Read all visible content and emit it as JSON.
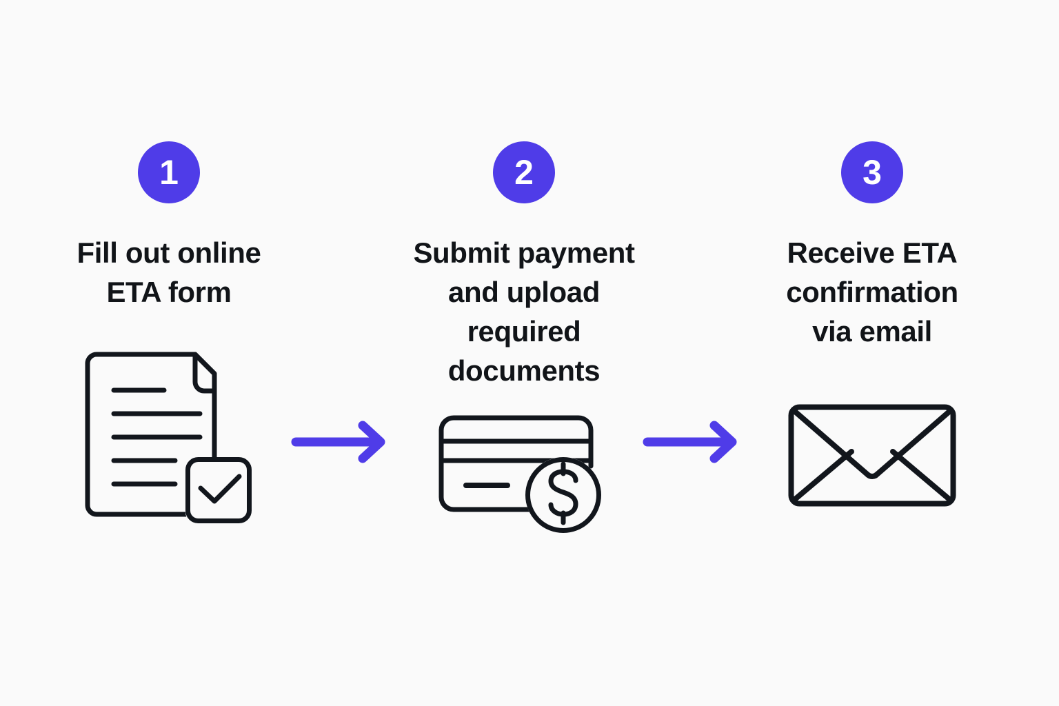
{
  "diagram": {
    "type": "process-flow",
    "background_color": "#fafafa",
    "accent_color": "#4f3ce8",
    "text_color": "#111418",
    "icon_stroke_color": "#12161c",
    "steps": [
      {
        "number": "1",
        "caption_lines": [
          "Fill out online",
          "ETA form"
        ],
        "icon": "document-checklist-icon"
      },
      {
        "number": "2",
        "caption_lines": [
          "Submit payment",
          "and upload",
          "required",
          "documents"
        ],
        "icon": "credit-card-dollar-icon"
      },
      {
        "number": "3",
        "caption_lines": [
          "Receive ETA",
          "confirmation",
          "via email"
        ],
        "icon": "envelope-icon"
      }
    ],
    "connectors": [
      {
        "name": "arrow-right-icon",
        "from_step": "1",
        "to_step": "2"
      },
      {
        "name": "arrow-right-icon",
        "from_step": "2",
        "to_step": "3"
      }
    ]
  }
}
